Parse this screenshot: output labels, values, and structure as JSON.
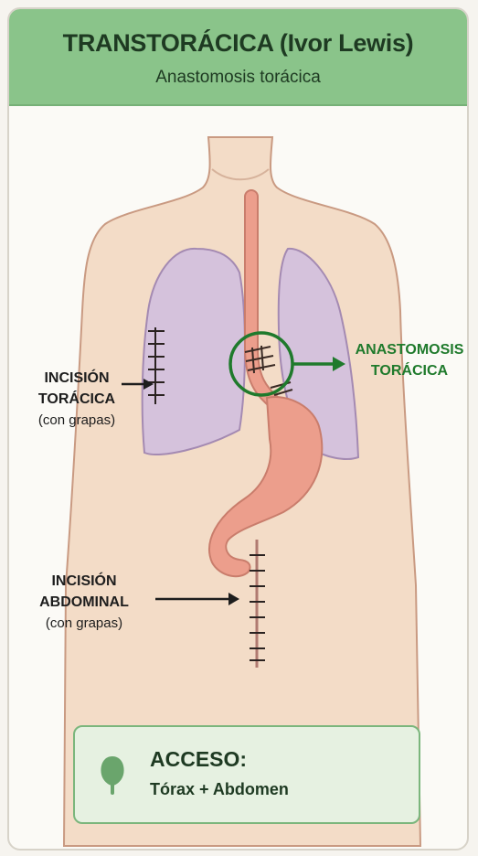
{
  "header": {
    "title": "TRANSTORÁCICA (Ivor Lewis)",
    "subtitle": "Anastomosis torácica"
  },
  "labels": {
    "thoracic_incision": {
      "line1": "INCISIÓN",
      "line2": "TORÁCICA",
      "line3": "(con grapas)"
    },
    "abdominal_incision": {
      "line1": "INCISIÓN",
      "line2": "ABDOMINAL",
      "line3": "(con grapas)"
    },
    "anastomosis": {
      "line1": "ANASTOMOSIS",
      "line2": "TORÁCICA"
    }
  },
  "access": {
    "title": "ACCESO:",
    "value": "Tórax + Abdomen",
    "icon": "leaf-icon"
  },
  "colors": {
    "header_bg": "#8ac48a",
    "accent_green": "#1f7a2c",
    "skin": "#f3dcc7",
    "lung": "#d5c2dc",
    "organ": "#ec9e8c"
  }
}
